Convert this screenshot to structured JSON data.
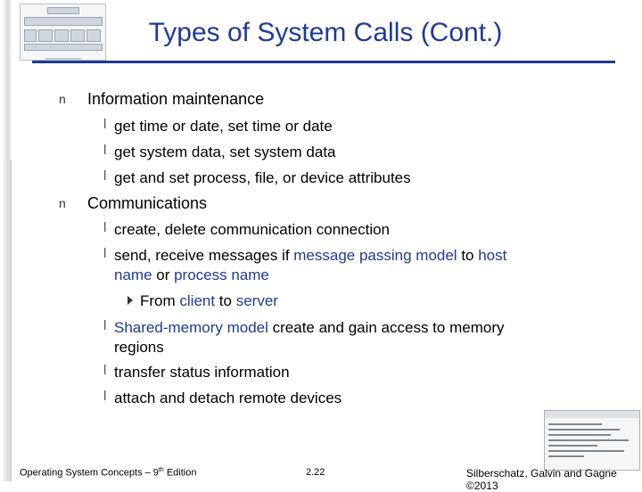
{
  "title": "Types of System Calls (Cont.)",
  "bullets": [
    {
      "text": "Information maintenance",
      "marker": "n",
      "sub": [
        {
          "text": "get time or date, set time or date",
          "marker": "l"
        },
        {
          "text": "get system data, set system data",
          "marker": "l"
        },
        {
          "text": "get and set process, file, or device attributes",
          "marker": "l"
        }
      ]
    },
    {
      "text": "Communications",
      "marker": "n",
      "sub": [
        {
          "text": "create, delete communication connection",
          "marker": "l"
        },
        {
          "marker": "l",
          "line1": {
            "a": "send, receive messages if ",
            "b": "message passing model",
            "c": " to ",
            "d": "host"
          },
          "line2": {
            "a": "name",
            "b": " or ",
            "c": "process name"
          }
        },
        {
          "marker": "l",
          "line1": {
            "a": "Shared-memory model",
            "b": " create and gain access to memory"
          },
          "line2": "regions"
        },
        {
          "text": "transfer status information",
          "marker": "l"
        },
        {
          "text": "attach and detach remote devices",
          "marker": "l"
        }
      ]
    }
  ],
  "subsub": {
    "a": "From ",
    "b": "client",
    "c": " to ",
    "d": "server"
  },
  "footer": {
    "left_a": "Operating System Concepts – 9",
    "left_sup": "th",
    "left_b": " Edition",
    "center": "2.22",
    "right": "Silberschatz, Galvin and Gagne ©2013"
  },
  "colors": {
    "accent": "#1f3a93"
  },
  "icons": {
    "level2_marker": "triangle-right-icon"
  }
}
